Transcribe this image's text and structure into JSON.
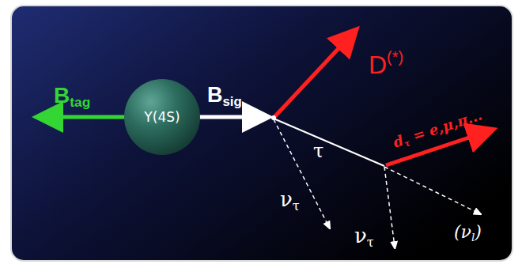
{
  "diagram": {
    "nodes": [
      {
        "text": [
          "Υ(4S)"
        ]
      }
    ],
    "labels": [
      "Btag",
      "Bsig",
      "D(*)",
      "τ",
      "dτ = e,μ,π...",
      "ντ",
      "ντ",
      "(νl)"
    ]
  }
}
